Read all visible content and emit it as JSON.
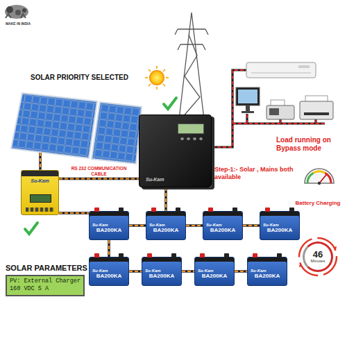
{
  "diagram": {
    "title": "SOLAR PRIORITY SELECTED",
    "nodes": [
      {
        "text": [
          "Su-Kam"
        ]
      },
      {
        "text": [
          "Su-Kam"
        ]
      },
      {
        "text": [
          "Su-Kam",
          "BA200KA"
        ]
      },
      {
        "text": [
          "Su-Kam",
          "BA200KA"
        ]
      },
      {
        "text": [
          "Su-Kam",
          "BA200KA"
        ]
      },
      {
        "text": [
          "Su-Kam",
          "BA200KA"
        ]
      },
      {
        "text": [
          "Su-Kam",
          "BA200KA"
        ]
      },
      {
        "text": [
          "Su-Kam",
          "BA200KA"
        ]
      },
      {
        "text": [
          "Su-Kam",
          "BA200KA"
        ]
      },
      {
        "text": [
          "Su-Kam",
          "BA200KA"
        ]
      },
      {
        "text": [
          "46",
          "Minutes"
        ]
      },
      {
        "text": [
          "SOLAR PARAMETERS",
          "PV: External Charger",
          "160 VDC 5 A"
        ]
      }
    ],
    "edges": [
      {
        "from": 0,
        "to": 1,
        "label": "RS 232 COMMUNICATION CABLE",
        "arrow": "none"
      },
      {
        "from": 0,
        "to": 2,
        "arrow": "none"
      },
      {
        "from": 1,
        "to": 3,
        "arrow": "none"
      },
      {
        "from": 2,
        "to": 3,
        "arrow": "none"
      },
      {
        "from": 3,
        "to": 4,
        "arrow": "none"
      },
      {
        "from": 4,
        "to": 5,
        "arrow": "none"
      },
      {
        "from": 2,
        "to": 6,
        "arrow": "none"
      },
      {
        "from": 6,
        "to": 7,
        "arrow": "none"
      },
      {
        "from": 7,
        "to": 8,
        "arrow": "none"
      },
      {
        "from": 8,
        "to": 9,
        "arrow": "none"
      }
    ],
    "labels": [
      "MAKE IN INDIA",
      "Load running on Bypass mode",
      "Step-1:- Solar , Mains both available",
      "Battery Charging"
    ]
  }
}
